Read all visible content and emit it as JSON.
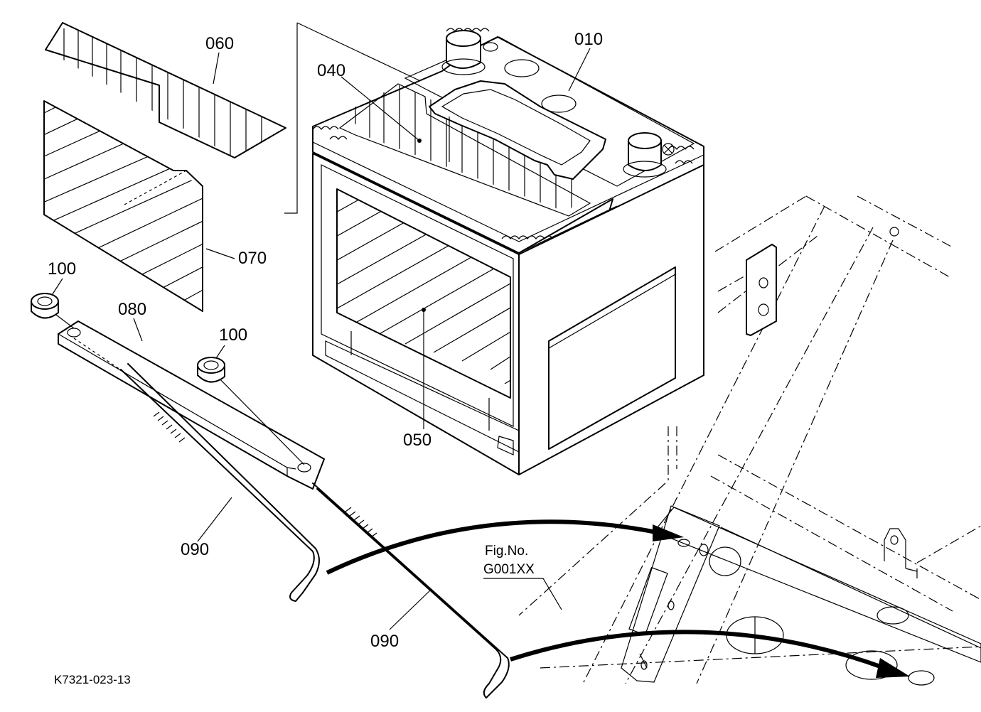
{
  "diagram": {
    "callouts": [
      "010",
      "040",
      "060",
      "070",
      "050",
      "080",
      "100",
      "100",
      "090",
      "090"
    ],
    "figure_ref": {
      "line1": "Fig.No.",
      "line2": "G001XX"
    },
    "drawing_id": "K7321-023-13"
  }
}
